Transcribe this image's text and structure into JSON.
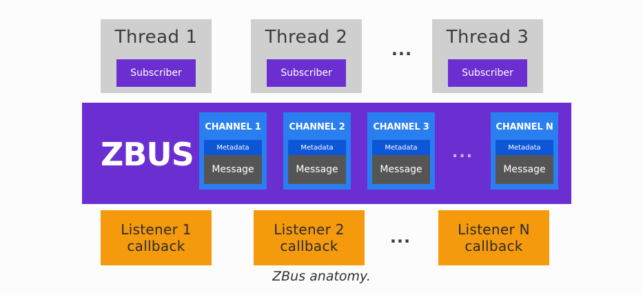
{
  "threads": [
    {
      "title": "Thread 1",
      "subscriber": "Subscriber"
    },
    {
      "title": "Thread 2",
      "subscriber": "Subscriber"
    },
    {
      "title": "Thread 3",
      "subscriber": "Subscriber"
    }
  ],
  "ellipsis": "...",
  "zbus": {
    "label": "ZBUS",
    "channels": [
      {
        "title": "CHANNEL 1",
        "metadata": "Metadata",
        "message": "Message"
      },
      {
        "title": "CHANNEL 2",
        "metadata": "Metadata",
        "message": "Message"
      },
      {
        "title": "CHANNEL 3",
        "metadata": "Metadata",
        "message": "Message"
      },
      {
        "title": "CHANNEL N",
        "metadata": "Metadata",
        "message": "Message"
      }
    ]
  },
  "listeners": [
    {
      "line1": "Listener 1",
      "line2": "callback"
    },
    {
      "line1": "Listener 2",
      "line2": "callback"
    },
    {
      "line1": "Listener N",
      "line2": "callback"
    }
  ],
  "caption": "ZBus anatomy.",
  "colors": {
    "zbus_purple": "#6b2fd1",
    "channel_blue": "#2a7ff0",
    "metadata_blue": "#0d57d6",
    "message_gray": "#555555",
    "thread_gray": "#cfcfcf",
    "listener_orange": "#f59a0c"
  }
}
